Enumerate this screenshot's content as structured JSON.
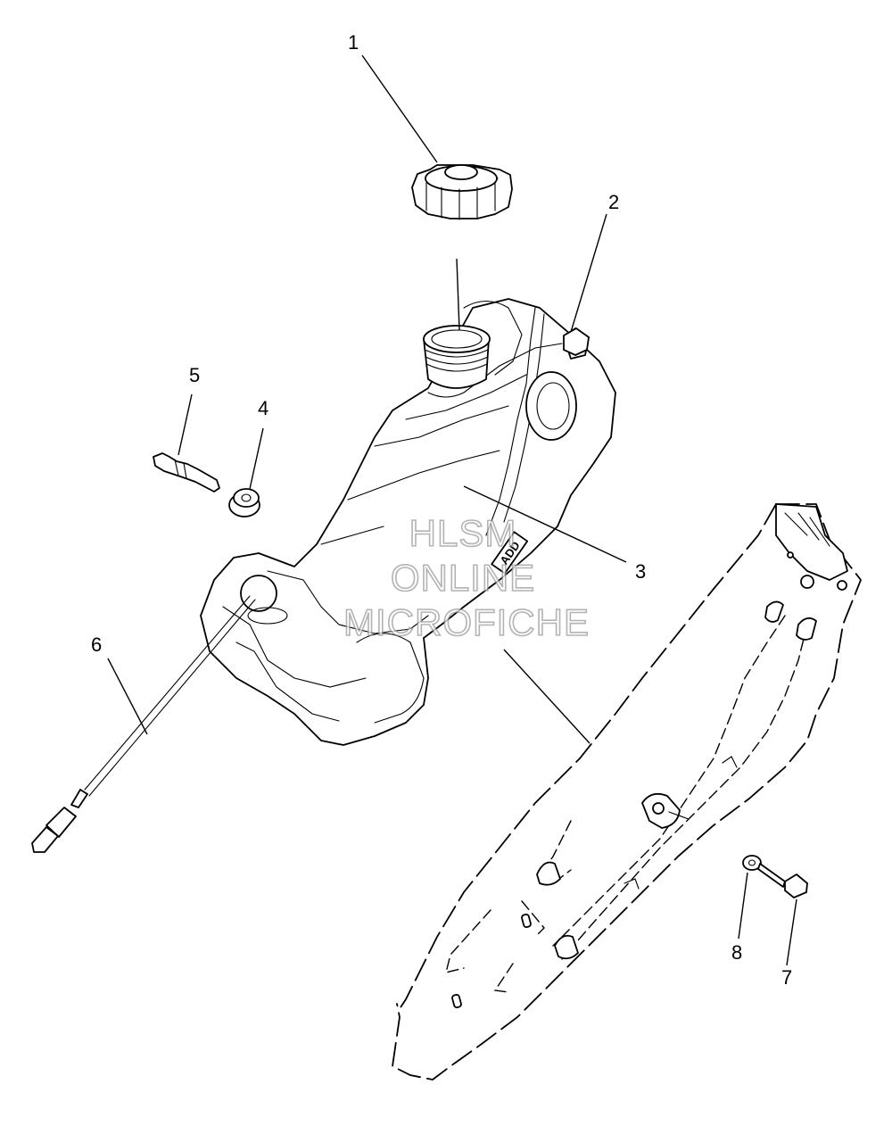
{
  "callouts": [
    {
      "id": "1",
      "label": "1"
    },
    {
      "id": "2",
      "label": "2"
    },
    {
      "id": "3",
      "label": "3"
    },
    {
      "id": "4",
      "label": "4"
    },
    {
      "id": "5",
      "label": "5"
    },
    {
      "id": "6",
      "label": "6"
    },
    {
      "id": "7",
      "label": "7"
    },
    {
      "id": "8",
      "label": "8"
    }
  ],
  "tank_embossing": "ADD",
  "watermark": {
    "line1": "HLSM",
    "line2": "ONLINE",
    "line3": "MICROFICHE"
  }
}
